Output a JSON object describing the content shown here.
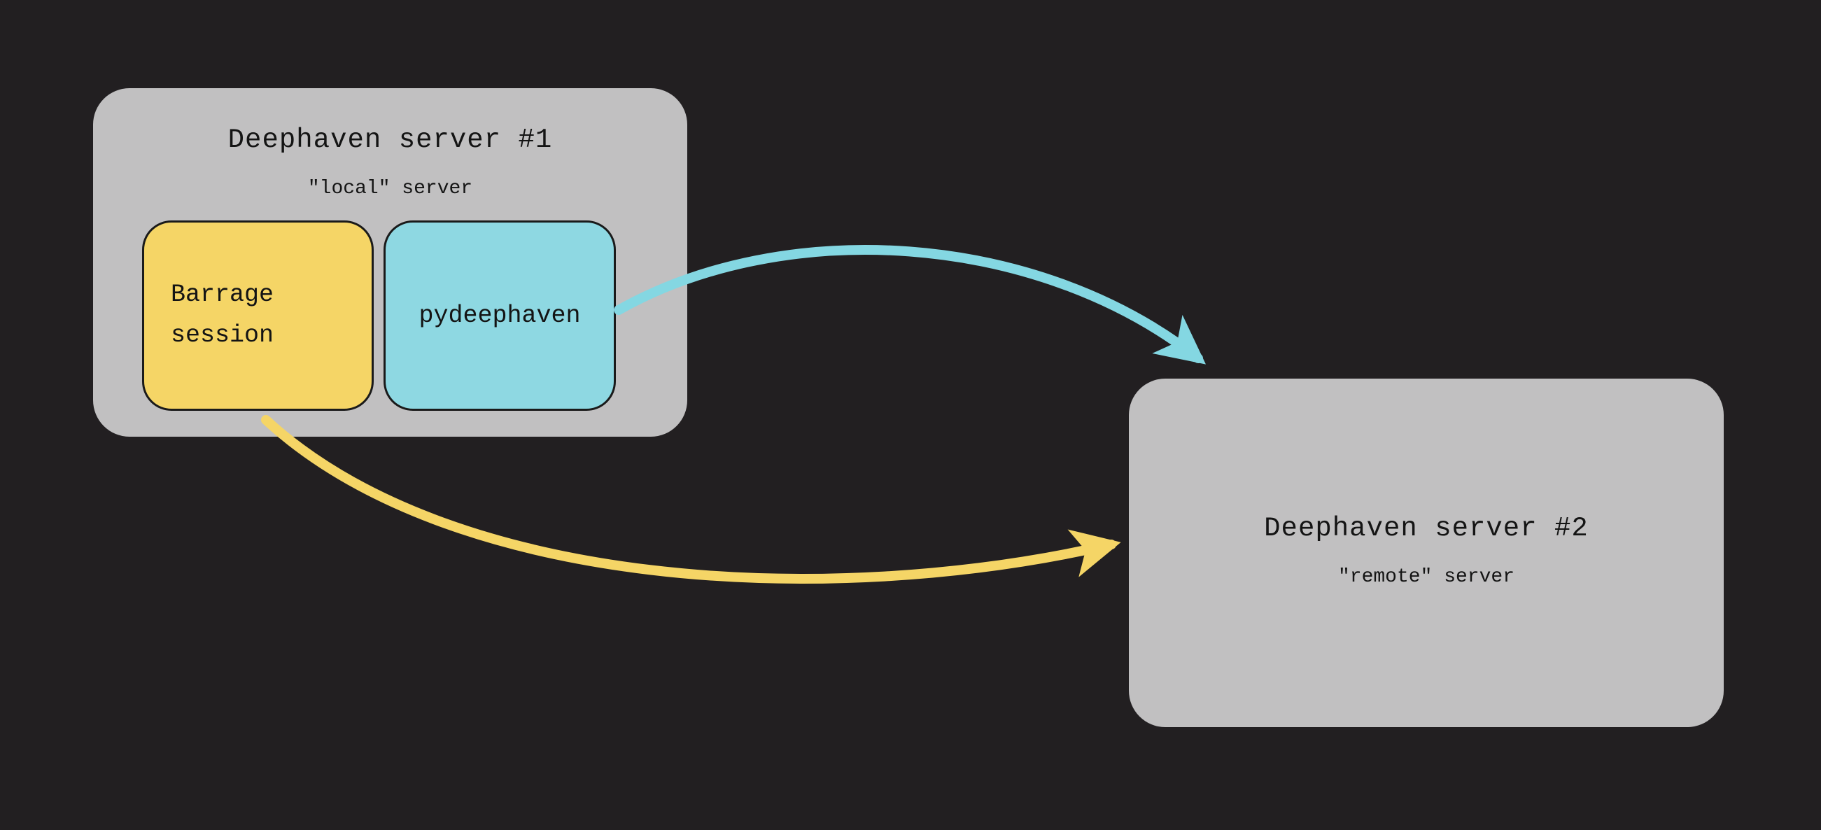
{
  "diagram": {
    "server1": {
      "title": "Deephaven server #1",
      "subtitle": "\"local\" server",
      "children": {
        "barrage": {
          "label": "Barrage session"
        },
        "pydeephaven": {
          "label": "pydeephaven"
        }
      }
    },
    "server2": {
      "title": "Deephaven server #2",
      "subtitle": "\"remote\" server"
    },
    "colors": {
      "background": "#221f21",
      "server_box_fill": "#c1c0c1",
      "barrage_box_fill": "#f5d566",
      "pydeephaven_box_fill": "#8ed8e2",
      "arrow_cyan": "#84d7e2",
      "arrow_yellow": "#f5d566",
      "box_border": "#1a1a1a",
      "text": "#141414"
    }
  }
}
